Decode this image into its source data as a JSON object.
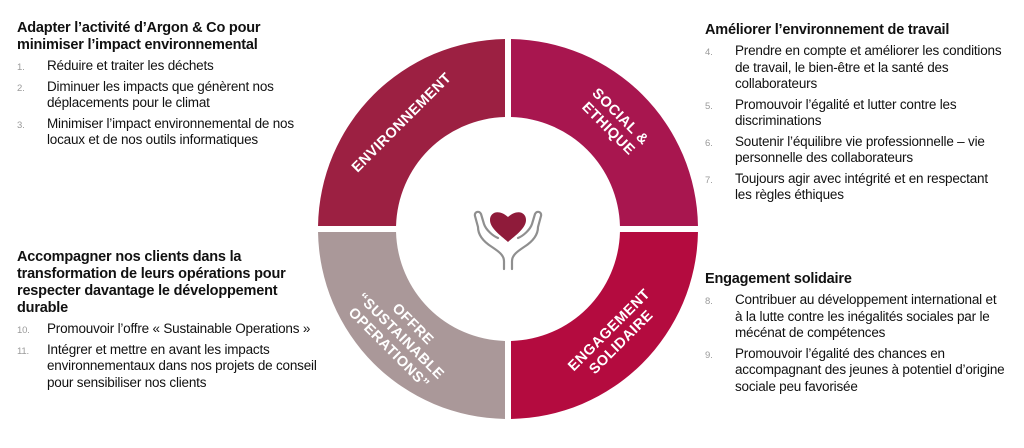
{
  "sections": [
    {
      "heading": "Adapter l’activité d’Argon & Co pour minimiser l’impact environnemental",
      "items": [
        {
          "num": "1.",
          "text": "Réduire et traiter les déchets"
        },
        {
          "num": "2.",
          "text": "Diminuer les impacts que génèrent nos déplacements pour le climat"
        },
        {
          "num": "3.",
          "text": "Minimiser l’impact environnemental de nos locaux et de nos outils informatiques"
        }
      ]
    },
    {
      "heading": "Accompagner nos clients dans la transformation de leurs opérations pour respecter davantage le développement durable",
      "items": [
        {
          "num": "10.",
          "text": "Promouvoir l’offre « Sustainable Operations »"
        },
        {
          "num": "11.",
          "text": "Intégrer et mettre en avant les impacts environnementaux dans nos projets de conseil pour sensibiliser nos clients"
        }
      ]
    },
    {
      "heading": "Améliorer l’environnement de travail",
      "items": [
        {
          "num": "4.",
          "text": "Prendre en compte et améliorer les conditions de travail, le bien-être et la santé des collaborateurs"
        },
        {
          "num": "5.",
          "text": "Promouvoir l’égalité et lutter contre les discriminations"
        },
        {
          "num": "6.",
          "text": "Soutenir l’équilibre vie professionnelle – vie personnelle des collaborateurs"
        },
        {
          "num": "7.",
          "text": "Toujours agir avec intégrité et en respectant les règles éthiques"
        }
      ]
    },
    {
      "heading": "Engagement solidaire",
      "items": [
        {
          "num": "8.",
          "text": "Contribuer au développement international et à la lutte contre les inégalités sociales par le mécénat de compétences"
        },
        {
          "num": "9.",
          "text": "Promouvoir l’égalité des chances en accompagnant des jeunes à potentiel d’origine sociale peu favorisée"
        }
      ]
    }
  ],
  "wheel": {
    "segments": [
      {
        "id": "env",
        "lines": [
          "ENVIRONNEMENT"
        ],
        "color": "#9c2042"
      },
      {
        "id": "social",
        "lines": [
          "SOCIAL &",
          "ETHIQUE"
        ],
        "color": "#a8164f"
      },
      {
        "id": "engagement",
        "lines": [
          "ENGAGEMENT",
          "SOLIDAIRE"
        ],
        "color": "#b40b3f"
      },
      {
        "id": "offre",
        "lines": [
          "OFFRE",
          "“SUSTAINABLE",
          "OPERATIONS”"
        ],
        "color": "#aa9899"
      }
    ],
    "center_icon": "heart-hands-icon",
    "heart_color": "#8f1b3a",
    "hands_color": "#8f8f8f"
  }
}
